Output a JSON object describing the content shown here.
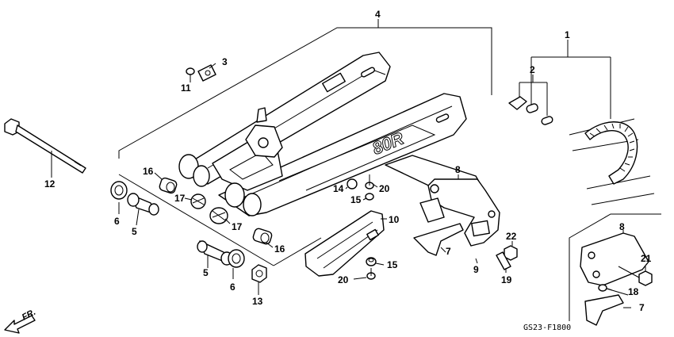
{
  "callouts": {
    "c1": "1",
    "c2": "2",
    "c3": "3",
    "c4": "4",
    "c5a": "5",
    "c5b": "5",
    "c6a": "6",
    "c6b": "6",
    "c7a": "7",
    "c7b": "7",
    "c8a": "8",
    "c8b": "8",
    "c9": "9",
    "c10": "10",
    "c11": "11",
    "c12": "12",
    "c13": "13",
    "c14": "14",
    "c15a": "15",
    "c15b": "15",
    "c16a": "16",
    "c16b": "16",
    "c17a": "17",
    "c17b": "17",
    "c18": "18",
    "c19": "19",
    "c20a": "20",
    "c20b": "20",
    "c21": "21",
    "c22": "22"
  },
  "emblem": "80R",
  "direction_label": "FR.",
  "diagram_code": "GS23-F1800",
  "icons": [
    "front-direction-arrow-icon"
  ]
}
